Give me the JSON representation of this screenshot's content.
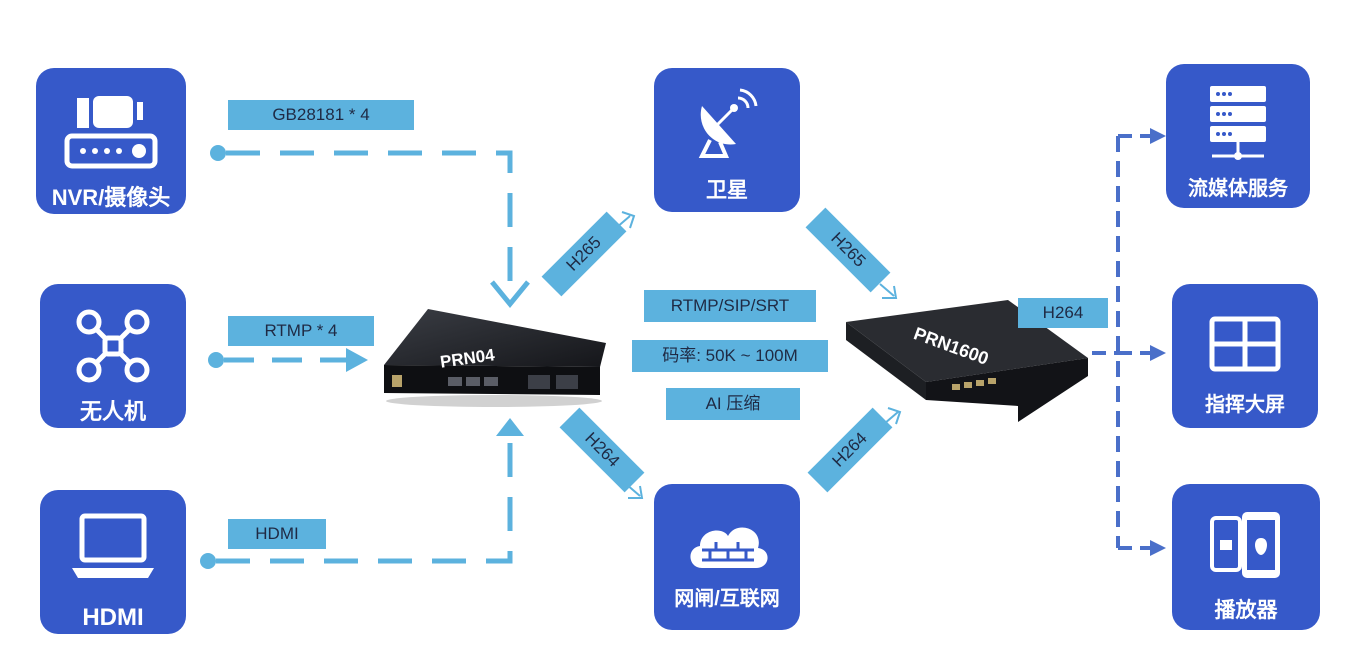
{
  "sources": [
    {
      "label": "NVR/摄像头",
      "icon": "nvr-camera-icon"
    },
    {
      "label": "无人机",
      "icon": "drone-icon"
    },
    {
      "label": "HDMI",
      "icon": "laptop-icon"
    }
  ],
  "source_tags": [
    "GB28181 * 4",
    "RTMP * 4",
    "HDMI"
  ],
  "encoder": {
    "label": "PRN04"
  },
  "decoder": {
    "label": "PRN1600"
  },
  "networks": [
    {
      "label": "卫星",
      "icon": "satellite-dish-icon"
    },
    {
      "label": "网闸/互联网",
      "icon": "cloud-firewall-icon"
    }
  ],
  "link_tags": {
    "enc_to_sat": "H265",
    "enc_to_net": "H264",
    "sat_to_dec": "H265",
    "net_to_dec": "H264",
    "dec_out": "H264"
  },
  "features": [
    "RTMP/SIP/SRT",
    "码率: 50K ~ 100M",
    "AI 压缩"
  ],
  "outputs": [
    {
      "label": "流媒体服务",
      "icon": "server-icon"
    },
    {
      "label": "指挥大屏",
      "icon": "video-wall-icon"
    },
    {
      "label": "播放器",
      "icon": "mobile-devices-icon"
    }
  ],
  "colors": {
    "card": "#3659c9",
    "tag": "#5cb2de",
    "line": "#5cb2de",
    "output_line": "#4a6fc9"
  }
}
